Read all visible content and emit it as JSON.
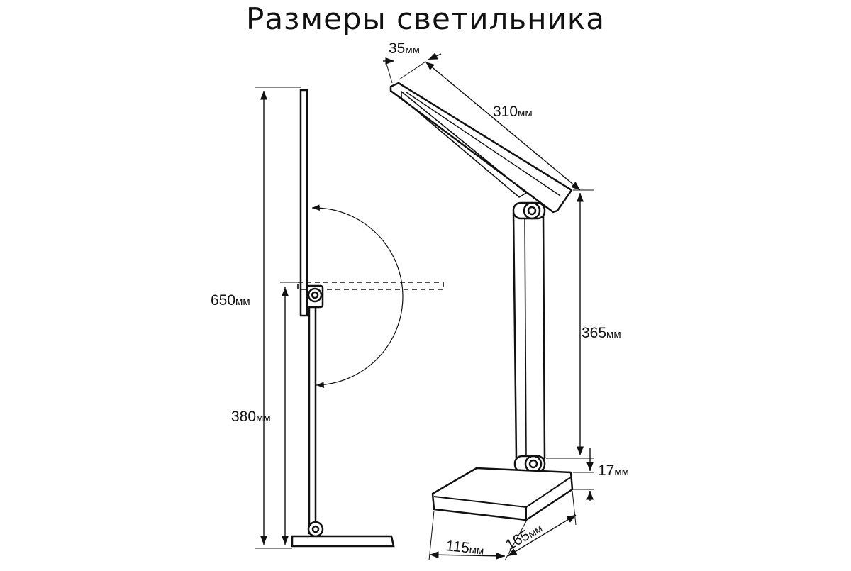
{
  "title": "Размеры светильника",
  "dimensions": {
    "head_width": {
      "value": "35",
      "unit": "мм"
    },
    "head_length": {
      "value": "310",
      "unit": "мм"
    },
    "total_height": {
      "value": "650",
      "unit": "мм"
    },
    "arm_height": {
      "value": "380",
      "unit": "мм"
    },
    "stem_height": {
      "value": "365",
      "unit": "мм"
    },
    "base_height": {
      "value": "17",
      "unit": "мм"
    },
    "base_width": {
      "value": "115",
      "unit": "мм"
    },
    "base_depth": {
      "value": "165",
      "unit": "мм"
    }
  },
  "colors": {
    "line": "#111111",
    "fill": "#ffffff",
    "hidden": "#555555"
  }
}
